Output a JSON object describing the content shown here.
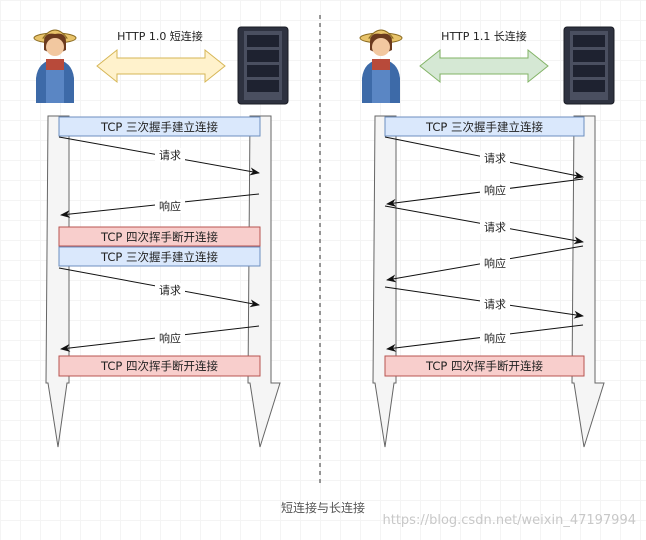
{
  "left_panel": {
    "title": "HTTP 1.0 短连接",
    "arrow_color": "#fff2cc",
    "arrow_stroke": "#d6b656",
    "steps": [
      {
        "kind": "box",
        "style": "handshake",
        "text": "TCP 三次握手建立连接"
      },
      {
        "kind": "msg",
        "dir": "right",
        "text": "请求"
      },
      {
        "kind": "msg",
        "dir": "left",
        "text": "响应"
      },
      {
        "kind": "box",
        "style": "teardown",
        "text": "TCP 四次挥手断开连接"
      },
      {
        "kind": "box",
        "style": "handshake",
        "text": "TCP 三次握手建立连接"
      },
      {
        "kind": "msg",
        "dir": "right",
        "text": "请求"
      },
      {
        "kind": "msg",
        "dir": "left",
        "text": "响应"
      },
      {
        "kind": "box",
        "style": "teardown",
        "text": "TCP 四次挥手断开连接"
      }
    ]
  },
  "right_panel": {
    "title": "HTTP 1.1 长连接",
    "arrow_color": "#d5e8d4",
    "arrow_stroke": "#82b366",
    "steps": [
      {
        "kind": "box",
        "style": "handshake",
        "text": "TCP 三次握手建立连接"
      },
      {
        "kind": "msg",
        "dir": "right",
        "text": "请求"
      },
      {
        "kind": "msg",
        "dir": "left",
        "text": "响应"
      },
      {
        "kind": "msg",
        "dir": "right",
        "text": "请求"
      },
      {
        "kind": "msg",
        "dir": "left",
        "text": "响应"
      },
      {
        "kind": "msg",
        "dir": "right",
        "text": "请求"
      },
      {
        "kind": "msg",
        "dir": "left",
        "text": "响应"
      },
      {
        "kind": "box",
        "style": "teardown",
        "text": "TCP 四次挥手断开连接"
      }
    ]
  },
  "colors": {
    "handshake_fill": "#dae8fc",
    "handshake_stroke": "#6c8ebf",
    "teardown_fill": "#f8cecc",
    "teardown_stroke": "#b85450",
    "lifeline_fill": "#f5f5f5",
    "lifeline_stroke": "#666666"
  },
  "caption": "短连接与长连接",
  "watermark": "https://blog.csdn.net/weixin_47197994"
}
